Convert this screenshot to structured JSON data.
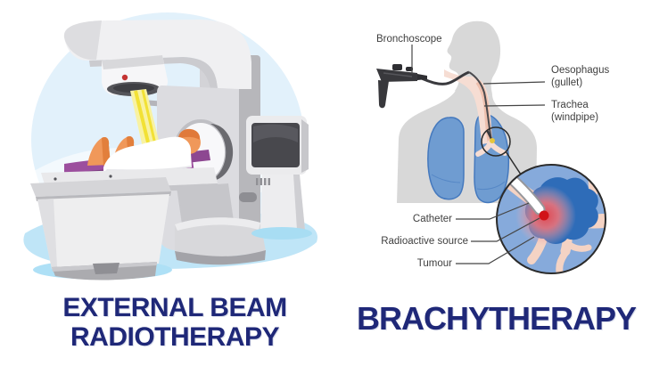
{
  "left_section": {
    "caption_line1": "EXTERNAL BEAM",
    "caption_line2": "RADIOTHERAPY"
  },
  "right_section": {
    "caption": "BRACHYTHERAPY",
    "labels": {
      "bronchoscope": "Bronchoscope",
      "oesophagus_line1": "Oesophagus",
      "oesophagus_line2": "(gullet)",
      "trachea_line1": "Trachea",
      "trachea_line2": "(windpipe)",
      "catheter": "Catheter",
      "radioactive_source": "Radioactive source",
      "tumour": "Tumour"
    }
  },
  "colors": {
    "caption_navy": "#1f2878",
    "label_gray": "#3f3f3f",
    "silhouette_gray": "#d8d8d8",
    "lung_blue": "#6f9cd1",
    "lung_outline_blue": "#4579be",
    "zoom_circle_blue": "#86aadb",
    "bronchi_pink": "#f4d3c4",
    "throat_pink": "#f6ddd3",
    "tumour_blue": "#2e6cb8",
    "radioactive_red": "#d11218",
    "glow_red": "#e04952",
    "beam_yellow": "#f2e135",
    "beam_pale_yellow": "#f8f2a2",
    "skin_orange": "#f0985a",
    "mat_purple": "#9c4f9e",
    "machine_light_gray": "#f0f0f2",
    "machine_mid_gray": "#d3d3d7",
    "machine_dark_gray": "#55555a",
    "screen_gray": "#48484d",
    "floor_blue": "#bfe5f7",
    "bg_circle_blue": "#e2f1fb"
  }
}
